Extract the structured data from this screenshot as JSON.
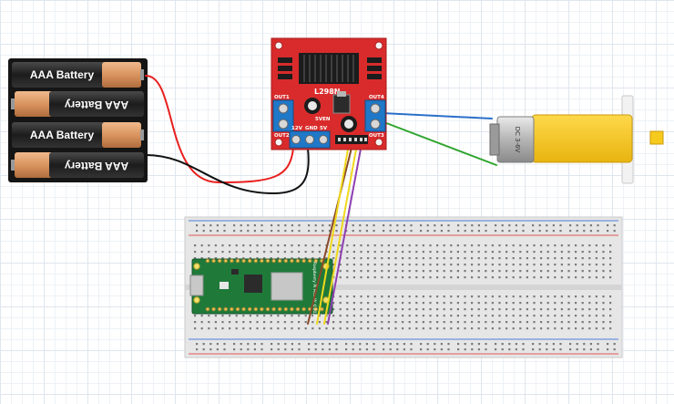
{
  "battery_pack": {
    "cells": [
      {
        "label": "AAA Battery"
      },
      {
        "label": "AAA Battery"
      },
      {
        "label": "AAA Battery"
      },
      {
        "label": "AAA Battery"
      }
    ]
  },
  "driver_board": {
    "chip_label": "L298N",
    "out1_label": "OUT1",
    "out2_label": "OUT2",
    "out3_label": "OUT3",
    "out4_label": "OUT4",
    "v12_label": "12V",
    "gnd_label": "GND",
    "v5_label": "5V",
    "en_label": "5VEN"
  },
  "motor": {
    "label": "DC 3-6V"
  },
  "microcontroller": {
    "label": "Raspberry Pi Pico W ©2022"
  },
  "colors": {
    "battery_wire": "#e8201f",
    "ground_wire": "#111111",
    "motor_wire_a": "#2a6fc9",
    "motor_wire_b": "#2fa52f",
    "signal_wire_yellow": "#f1d81c",
    "signal_wire_brown": "#8a4a2a",
    "signal_wire_purple": "#8e3fb0",
    "board_red": "#d92b2b",
    "pico_green": "#1f7a3a",
    "motor_yellow": "#f6c91d"
  }
}
